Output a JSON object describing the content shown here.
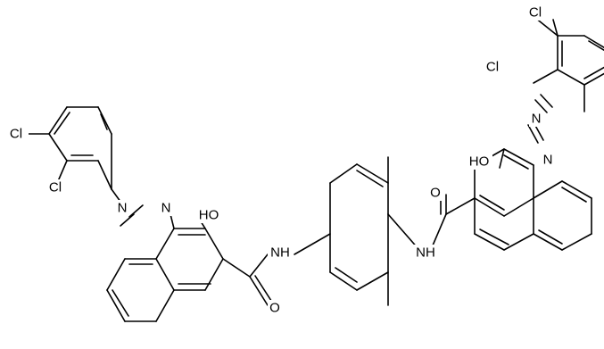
{
  "figure": {
    "type": "chemical-structure",
    "background_color": "#ffffff",
    "line_color": "#000000"
  },
  "labels": {
    "cl_top_a": "Cl",
    "cl_top_b": "Cl",
    "cl_left_a": "Cl",
    "cl_left_b": "Cl",
    "azo_n1_left": "N",
    "azo_n2_left": "N",
    "azo_n1_right": "N",
    "azo_n2_right": "N",
    "oh_left": "HO",
    "oh_right": "HO",
    "nh_left": "NH",
    "nh_right": "NH",
    "o_left": "O",
    "o_right": "O"
  }
}
